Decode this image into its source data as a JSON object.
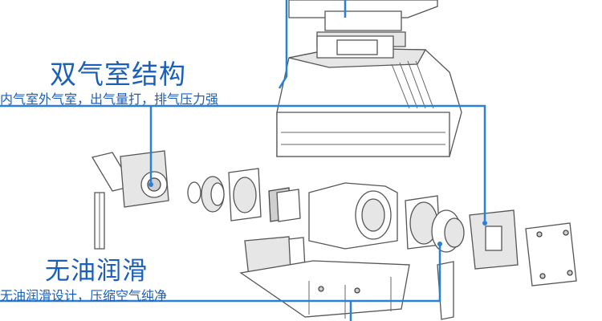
{
  "callouts": {
    "dual_chamber": {
      "title": "双气室结构",
      "subtitle": "内气室外气室，出气量打，排气压力强"
    },
    "oil_free": {
      "title": "无油润滑",
      "subtitle": "无油润滑设计，压缩空气纯净"
    }
  },
  "colors": {
    "accent": "#1b5fb8",
    "leader_line": "#2a7fd6"
  }
}
